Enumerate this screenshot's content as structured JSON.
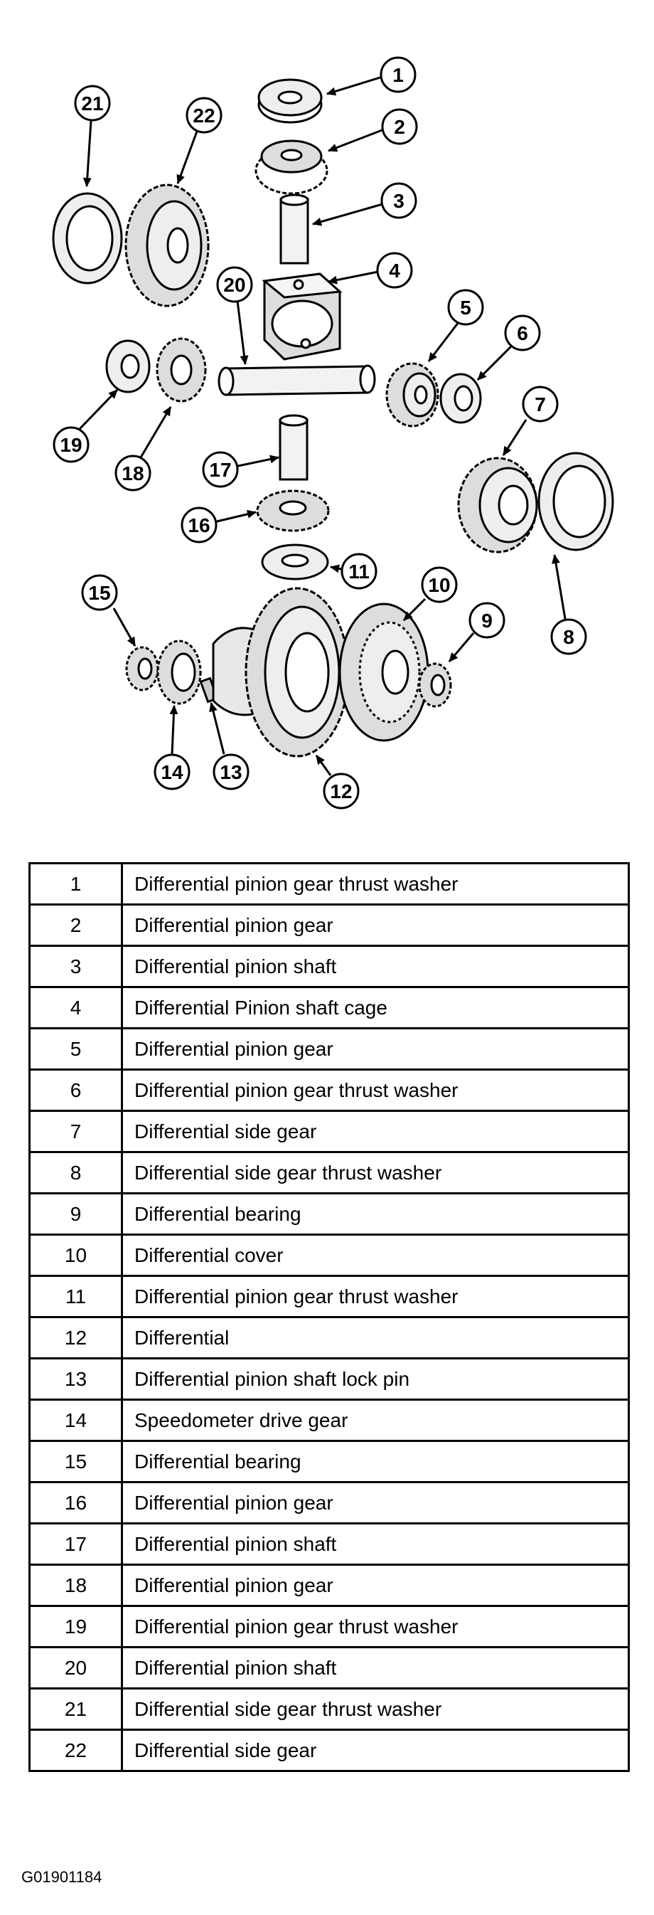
{
  "callouts": [
    "1",
    "2",
    "3",
    "4",
    "5",
    "6",
    "7",
    "8",
    "9",
    "10",
    "11",
    "12",
    "13",
    "14",
    "15",
    "16",
    "17",
    "18",
    "19",
    "20",
    "21",
    "22"
  ],
  "parts": [
    {
      "num": "1",
      "desc": "Differential pinion gear thrust washer"
    },
    {
      "num": "2",
      "desc": "Differential pinion gear"
    },
    {
      "num": "3",
      "desc": "Differential pinion shaft"
    },
    {
      "num": "4",
      "desc": "Differential Pinion shaft cage"
    },
    {
      "num": "5",
      "desc": "Differential pinion gear"
    },
    {
      "num": "6",
      "desc": "Differential pinion gear thrust washer"
    },
    {
      "num": "7",
      "desc": "Differential side gear"
    },
    {
      "num": "8",
      "desc": "Differential side gear thrust washer"
    },
    {
      "num": "9",
      "desc": "Differential bearing"
    },
    {
      "num": "10",
      "desc": "Differential cover"
    },
    {
      "num": "11",
      "desc": "Differential pinion gear thrust washer"
    },
    {
      "num": "12",
      "desc": "Differential"
    },
    {
      "num": "13",
      "desc": "Differential pinion shaft lock pin"
    },
    {
      "num": "14",
      "desc": "Speedometer drive gear"
    },
    {
      "num": "15",
      "desc": "Differential bearing"
    },
    {
      "num": "16",
      "desc": "Differential pinion gear"
    },
    {
      "num": "17",
      "desc": "Differential pinion shaft"
    },
    {
      "num": "18",
      "desc": "Differential pinion gear"
    },
    {
      "num": "19",
      "desc": "Differential pinion gear thrust washer"
    },
    {
      "num": "20",
      "desc": "Differential pinion shaft"
    },
    {
      "num": "21",
      "desc": "Differential side gear thrust washer"
    },
    {
      "num": "22",
      "desc": "Differential side gear"
    }
  ],
  "figure_id": "G01901184"
}
